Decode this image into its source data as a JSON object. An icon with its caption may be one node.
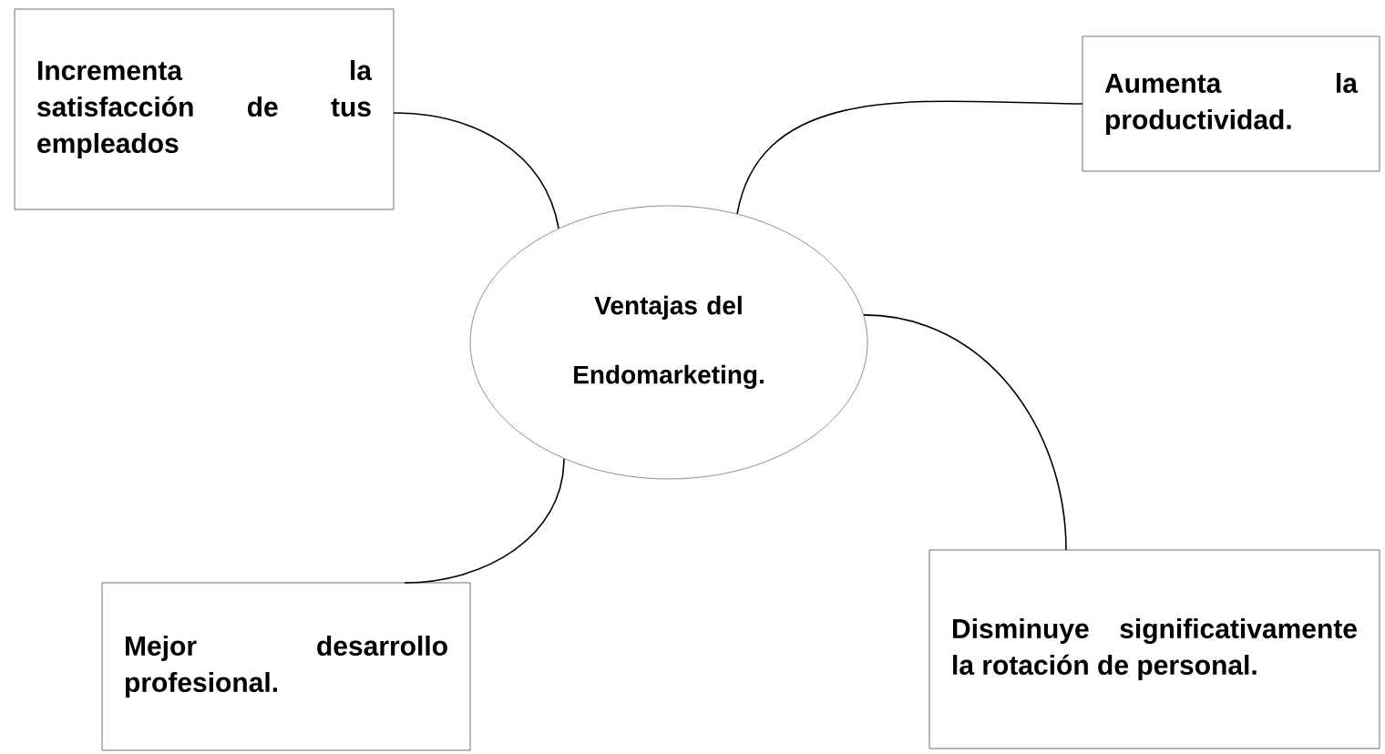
{
  "diagram": {
    "nodes": [
      {
        "text": [
          "Ventajas del Endomarketing."
        ]
      },
      {
        "text": [
          "Incrementa la satisfacción de tus empleados"
        ]
      },
      {
        "text": [
          "Aumenta la productividad."
        ]
      },
      {
        "text": [
          "Mejor desarrollo profesional."
        ]
      },
      {
        "text": [
          "Disminuye significativamente la rotación de personal."
        ]
      }
    ],
    "edges": [
      {
        "from": 0,
        "to": 1,
        "arrow": "none"
      },
      {
        "from": 0,
        "to": 2,
        "arrow": "none"
      },
      {
        "from": 0,
        "to": 3,
        "arrow": "none"
      },
      {
        "from": 0,
        "to": 4,
        "arrow": "none"
      }
    ]
  }
}
